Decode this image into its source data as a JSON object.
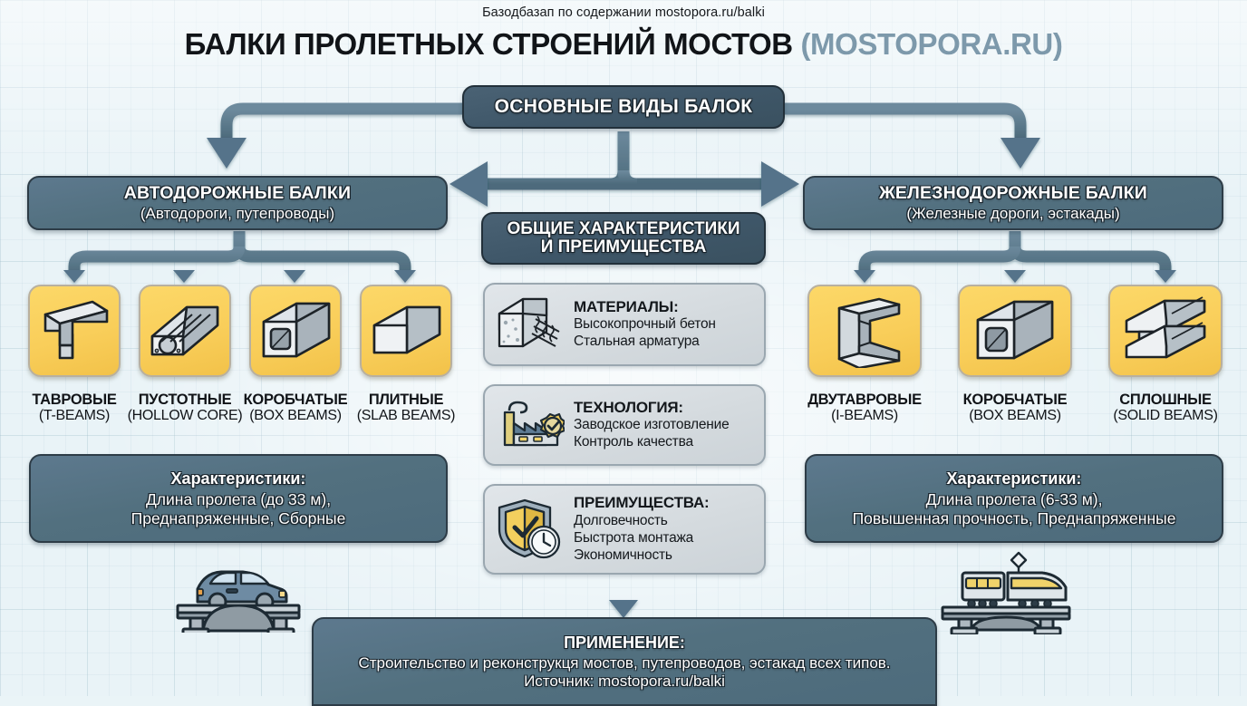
{
  "header": {
    "subtitle": "Базодбазап по содержании mostopora.ru/balki",
    "title_main": "БАЛКИ ПРОЛЕТНЫХ СТРОЕНИЙ МОСТОВ ",
    "title_brand": "(MOSTOPORA.RU)",
    "brand_color": "#7d99ab"
  },
  "root": {
    "label": "ОСНОВНЫЕ ВИДЫ БАЛОК"
  },
  "left_branch": {
    "title": "АВТОДОРОЖНЫЕ БАЛКИ",
    "subtitle": "(Автодороги, путепроводы)",
    "cards": [
      {
        "icon": "t-beam-icon",
        "name": "ТАВРОВЫЕ",
        "en": "(T-BEAMS)"
      },
      {
        "icon": "hollow-core-icon",
        "name": "ПУСТОТНЫЕ",
        "en": "(HOLLOW CORE)"
      },
      {
        "icon": "box-beam-icon",
        "name": "КОРОБЧАТЫЕ",
        "en": "(BOX BEAMS)"
      },
      {
        "icon": "slab-beam-icon",
        "name": "ПЛИТНЫЕ",
        "en": "(SLAB BEAMS)"
      }
    ],
    "specs": {
      "title": "Характеристики:",
      "line1": "Длина пролета (до 33 м),",
      "line2": "Преднапряженные, Сборные"
    },
    "illustration": "car-on-bridge-icon"
  },
  "right_branch": {
    "title": "ЖЕЛЕЗНОДОРОЖНЫЕ БАЛКИ",
    "subtitle": "(Железные дороги, эстакады)",
    "cards": [
      {
        "icon": "i-beam-icon",
        "name": "ДВУТАВРОВЫЕ",
        "en": "(I-BEAMS)"
      },
      {
        "icon": "box-beam-icon",
        "name": "КОРОБЧАТЫЕ",
        "en": "(BOX BEAMS)"
      },
      {
        "icon": "solid-beam-icon",
        "name": "СПЛОШНЫЕ",
        "en": "(SOLID BEAMS)"
      }
    ],
    "specs": {
      "title": "Характеристики:",
      "line1": "Длина пролета (6-33 м),",
      "line2": "Повышенная прочность, Преднапряженные"
    },
    "illustration": "train-on-bridge-icon"
  },
  "center_branch": {
    "title_line1": "ОБЩИЕ ХАРАКТЕРИСТИКИ",
    "title_line2": "И ПРЕИМУЩЕСТВА",
    "panels": [
      {
        "icon": "concrete-block-rebar-icon",
        "heading": "МАТЕРИАЛЫ:",
        "lines": [
          "Высокопрочный бетон",
          "Стальная арматура"
        ]
      },
      {
        "icon": "factory-quality-badge-icon",
        "heading": "ТЕХНОЛОГИЯ:",
        "lines": [
          "Заводское изготовление",
          "Контроль качества"
        ]
      },
      {
        "icon": "shield-check-clock-icon",
        "heading": "ПРЕИМУЩЕСТВА:",
        "lines": [
          "Долговечность",
          "Быстрота монтажа",
          "Экономичность"
        ]
      }
    ]
  },
  "footer": {
    "title": "ПРИМЕНЕНИЕ:",
    "line1": "Строительство и реконструкця мостов, путепроводов, эстакад всех типов.",
    "line2": "Источник: mostopora.ru/balki"
  },
  "palette": {
    "slate": "#52707f",
    "slate_dark": "#3f5769",
    "yellow": "#f9ce5a",
    "panel": "#d4dade",
    "background": "#e9f3f7"
  }
}
